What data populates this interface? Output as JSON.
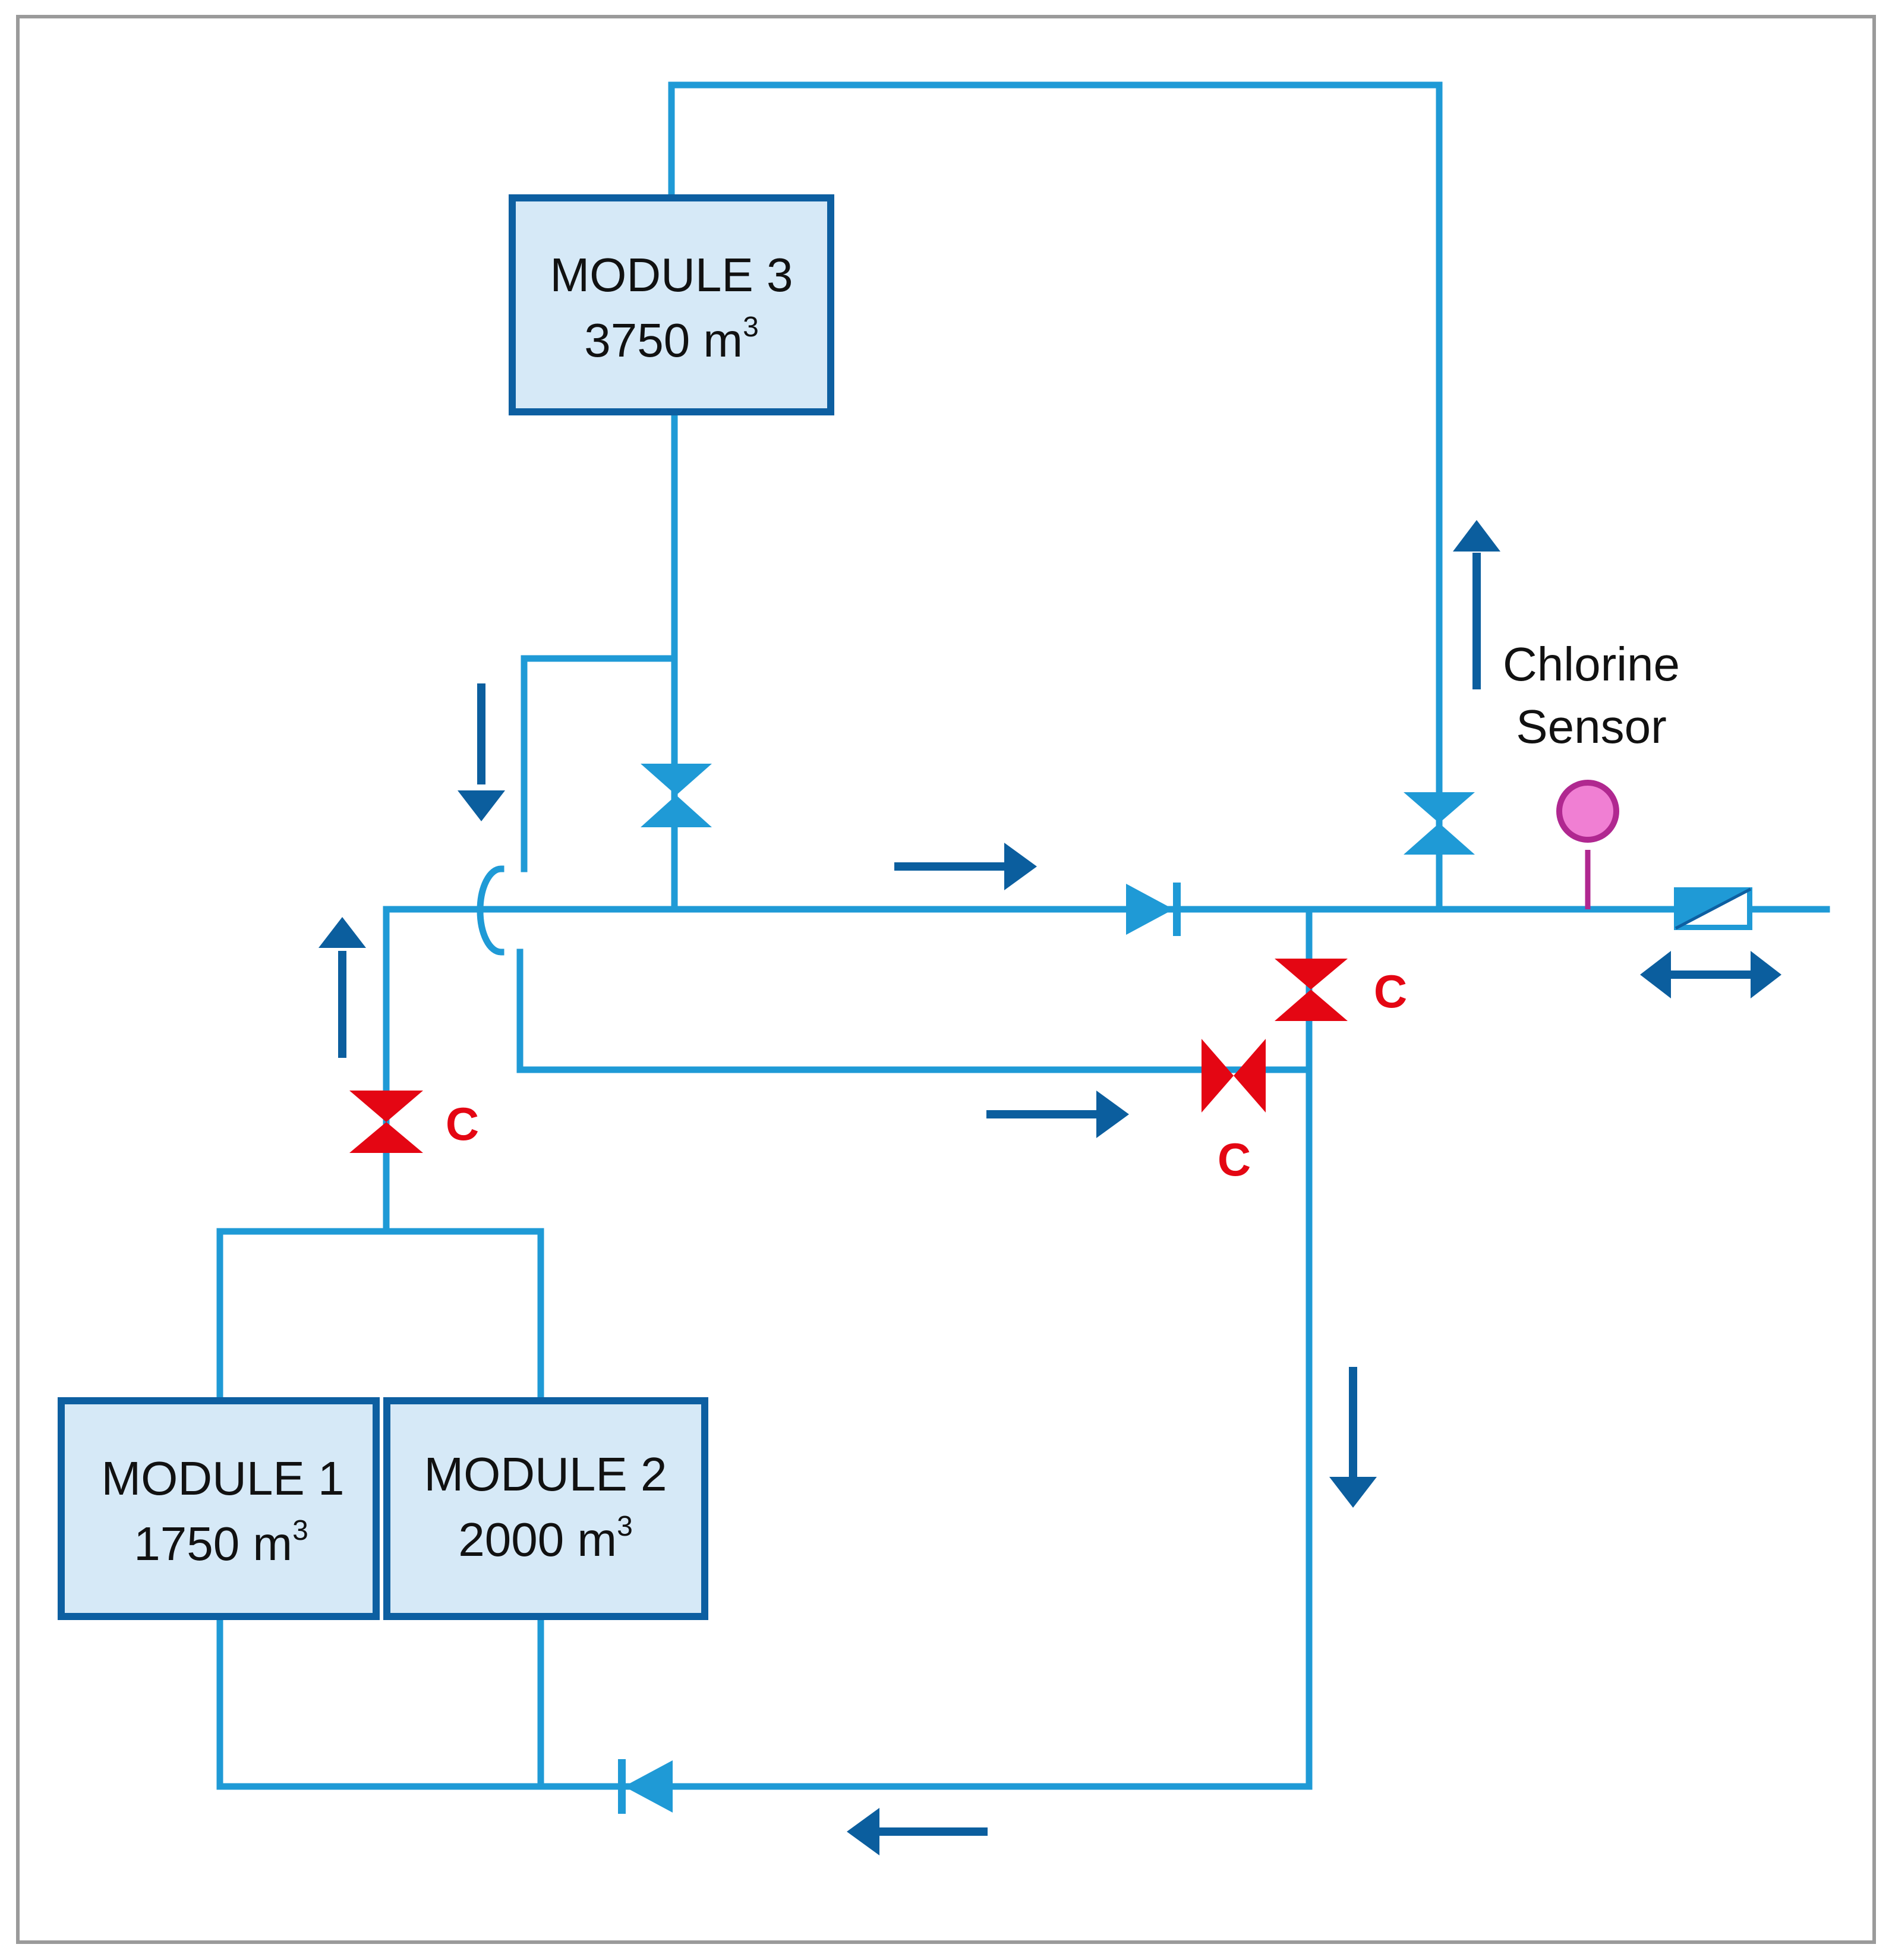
{
  "modules": {
    "module3": {
      "name": "MODULE 3",
      "volume": "3750 m",
      "unit_sup": "3"
    },
    "module1": {
      "name": "MODULE 1",
      "volume": "1750 m",
      "unit_sup": "3"
    },
    "module2": {
      "name": "MODULE 2",
      "volume": "2000 m",
      "unit_sup": "3"
    }
  },
  "sensor": {
    "line1": "Chlorine",
    "line2": "Sensor"
  },
  "closed_valve_label": "C",
  "colors": {
    "pipe": "#1f9ad6",
    "flow_arrow": "#0b5e9e",
    "module_fill": "#d6e9f7",
    "module_border": "#0d5fa1",
    "valve_open": "#1f9ad6",
    "valve_closed": "#e40613",
    "sensor": "#e879c9"
  }
}
